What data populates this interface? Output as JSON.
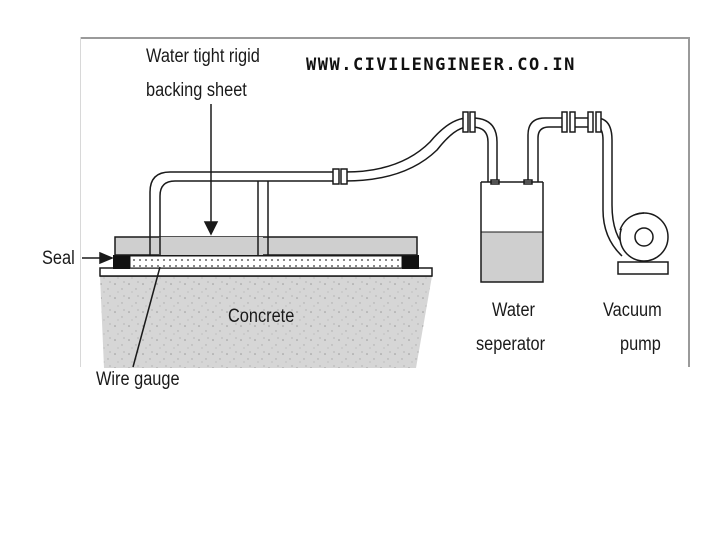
{
  "watermark": "WWW.CIVILENGINEER.CO.IN",
  "labels": {
    "backing_sheet_line1": "Water tight rigid",
    "backing_sheet_line2": "backing sheet",
    "seal": "Seal",
    "concrete": "Concrete",
    "wire_gauge": "Wire gauge",
    "water_separator_line1": "Water",
    "water_separator_line2": "seperator",
    "vacuum_pump_line1": "Vacuum",
    "vacuum_pump_line2": "pump"
  },
  "colors": {
    "concrete_fill": "#d6d6d6",
    "backing_sheet_fill": "#cfcfcf",
    "water_fill": "#cfcfcf",
    "seal_fill": "#111111",
    "line": "#1a1a1a"
  }
}
